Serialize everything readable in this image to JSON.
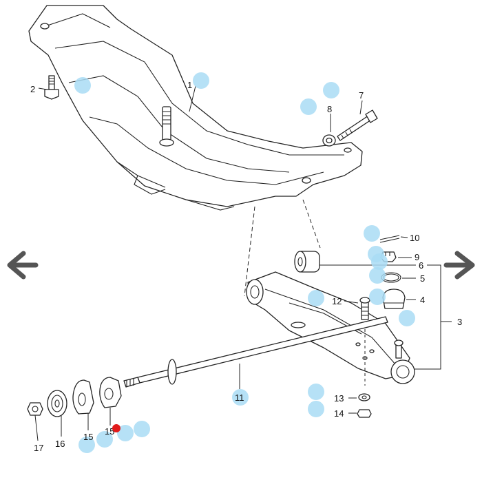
{
  "nav": {
    "prev_icon": "arrow-left-icon",
    "next_icon": "arrow-right-icon",
    "arrow_color": "#555555"
  },
  "colors": {
    "hotspot": "#a9dcf5",
    "active_marker": "#e21b1b",
    "line": "#222222"
  },
  "callouts": [
    "1",
    "2",
    "3",
    "4",
    "5",
    "6",
    "7",
    "8",
    "9",
    "10",
    "11",
    "12",
    "13",
    "14",
    "15",
    "16",
    "17",
    "15"
  ]
}
